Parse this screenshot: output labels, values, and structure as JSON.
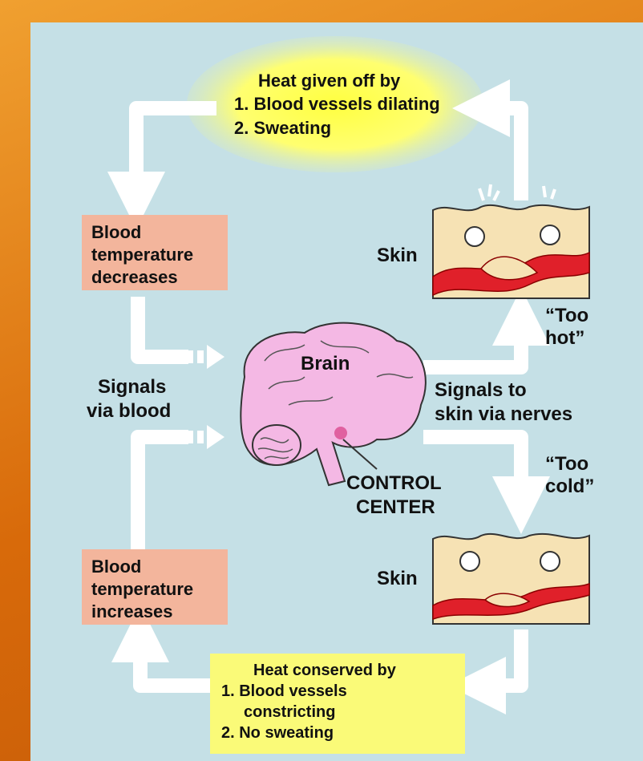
{
  "heat_given_off": {
    "title": "Heat given off by",
    "items": [
      "1.  Blood vessels dilating",
      "2.  Sweating"
    ]
  },
  "heat_conserved": {
    "title": "Heat conserved by",
    "item1_line1": "1.  Blood vessels",
    "item1_line2": "constricting",
    "item2": "2.  No sweating"
  },
  "blood_temp_decreases": [
    "Blood",
    "temperature",
    "decreases"
  ],
  "blood_temp_increases": [
    "Blood",
    "temperature",
    "increases"
  ],
  "skin_label": "Skin",
  "brain_label": "Brain",
  "control_center": [
    "CONTROL",
    "CENTER"
  ],
  "signals_via_blood": [
    "Signals",
    "via blood"
  ],
  "signals_to_skin": [
    "Signals to",
    "skin via nerves"
  ],
  "too_hot": [
    "“Too",
    "hot”"
  ],
  "too_cold": [
    "“Too",
    "cold”"
  ],
  "colors": {
    "panel": "#c5e0e6",
    "pink_box": "#f3b59c",
    "yellow_box": "#fafa78",
    "arrow": "#ffffff",
    "brain": "#f4b8e4",
    "skin": "#f6e2b4",
    "vessel": "#e0202a",
    "frame": "#e07a10"
  }
}
